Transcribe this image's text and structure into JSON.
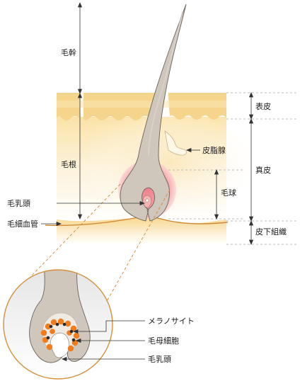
{
  "labels": {
    "hair_shaft": "毛幹",
    "hair_root": "毛根",
    "epidermis": "表皮",
    "dermis": "真皮",
    "sebaceous_gland": "皮脂腺",
    "hair_bulb": "毛球",
    "dermal_papilla": "毛乳頭",
    "capillary": "毛細血管",
    "subcutis": "皮下組織",
    "melanocyte": "メラノサイト",
    "matrix_cell": "毛母細胞",
    "dermal_papilla_zoom": "毛乳頭"
  },
  "colors": {
    "skin_top": "#f4d58d",
    "skin_light": "#fbecc8",
    "hair": "#cfc6bc",
    "hair_outline": "#6b625a",
    "bulb_glow": "#f08a96",
    "papilla": "#f3b4b4",
    "capillary": "#d58a2a",
    "zoom_ring": "#d4913a",
    "matrix_cell": "#f07c1e",
    "melanocyte": "#2b2b2b",
    "dim_line": "#333333",
    "guide_line": "#a7a7a7"
  }
}
